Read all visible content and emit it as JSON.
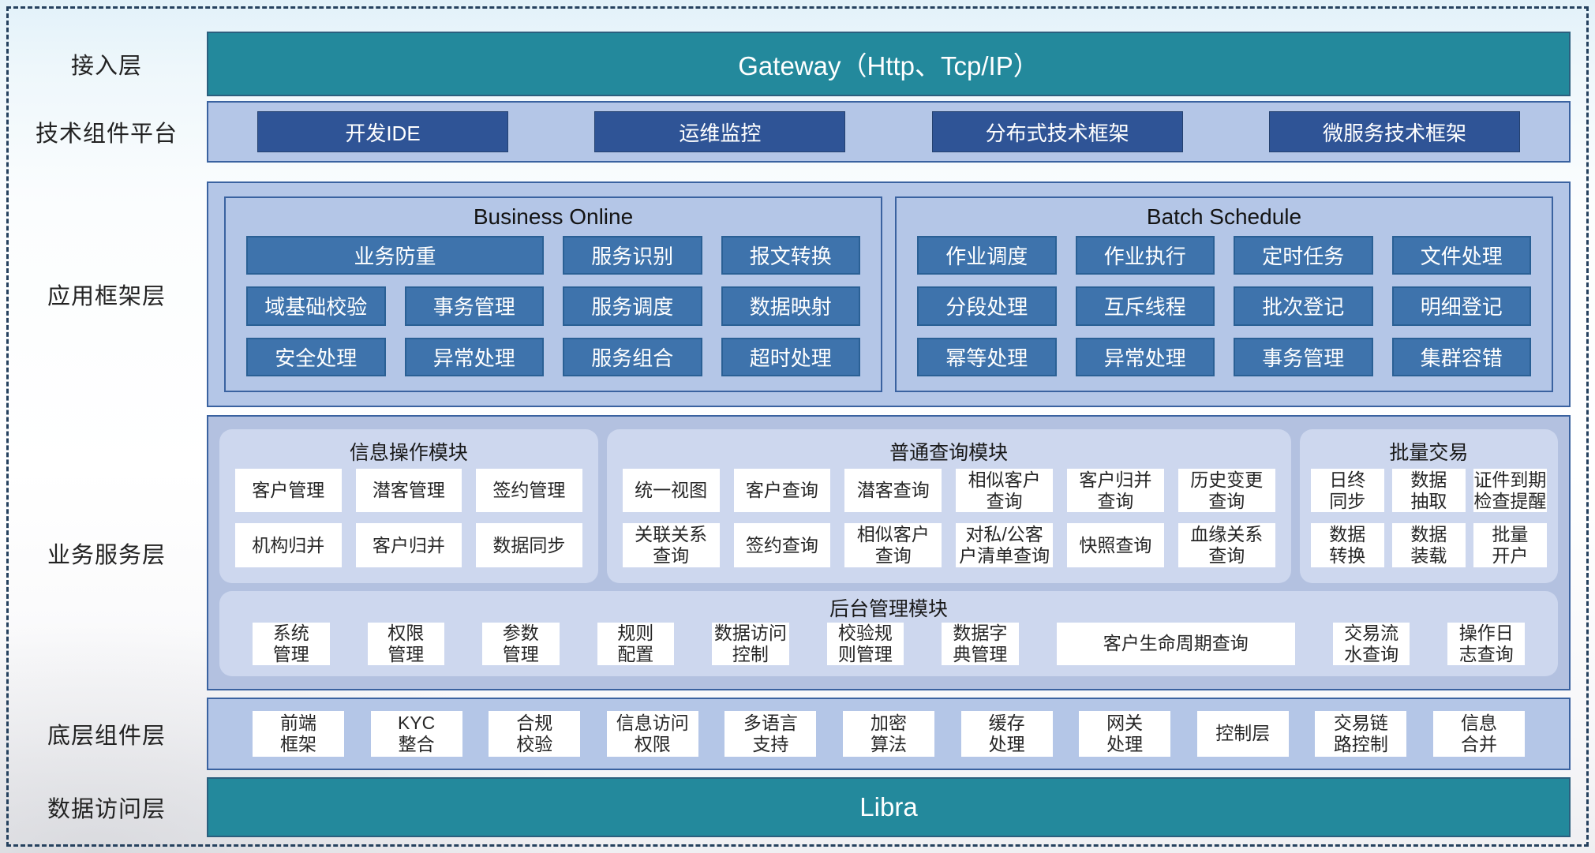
{
  "colors": {
    "teal": "#23899c",
    "dark_blue": "#2f5496",
    "steel_blue": "#3e73ac",
    "panel_light_blue": "#b4c6e7",
    "subpanel_blue": "#cdd7ee",
    "border_navy": "#3a62a0"
  },
  "layers": {
    "access": {
      "label": "接入层",
      "gateway": "Gateway（Http、Tcp/IP）"
    },
    "tech": {
      "label": "技术组件平台",
      "items": [
        "开发IDE",
        "运维监控",
        "分布式技术框架",
        "微服务技术框架"
      ]
    },
    "framework": {
      "label": "应用框架层",
      "business_online": {
        "title": "Business Online",
        "cells": [
          "业务防重",
          "服务识别",
          "报文转换",
          "域基础校验",
          "事务管理",
          "服务调度",
          "数据映射",
          "安全处理",
          "异常处理",
          "服务组合",
          "超时处理"
        ]
      },
      "batch_schedule": {
        "title": "Batch Schedule",
        "cells": [
          "作业调度",
          "作业执行",
          "定时任务",
          "文件处理",
          "分段处理",
          "互斥线程",
          "批次登记",
          "明细登记",
          "幂等处理",
          "异常处理",
          "事务管理",
          "集群容错"
        ]
      }
    },
    "service": {
      "label": "业务服务层",
      "info_module": {
        "title": "信息操作模块",
        "cells": [
          "客户管理",
          "潜客管理",
          "签约管理",
          "机构归并",
          "客户归并",
          "数据同步"
        ]
      },
      "query_module": {
        "title": "普通查询模块",
        "cells": [
          "统一视图",
          "客户查询",
          "潜客查询",
          "相似客户\n查询",
          "客户归并\n查询",
          "历史变更\n查询",
          "关联关系\n查询",
          "签约查询",
          "相似客户\n查询",
          "对私/公客\n户清单查询",
          "快照查询",
          "血缘关系\n查询"
        ]
      },
      "batch_trade": {
        "title": "批量交易",
        "cells": [
          "日终\n同步",
          "数据\n抽取",
          "证件到期\n检查提醒",
          "数据\n转换",
          "数据\n装载",
          "批量\n开户"
        ]
      },
      "admin_module": {
        "title": "后台管理模块",
        "cells": [
          "系统\n管理",
          "权限\n管理",
          "参数\n管理",
          "规则\n配置",
          "数据访问\n控制",
          "校验规\n则管理",
          "数据字\n典管理",
          "客户生命周期查询",
          "交易流\n水查询",
          "操作日\n志查询"
        ]
      }
    },
    "component": {
      "label": "底层组件层",
      "cells": [
        "前端\n框架",
        "KYC\n整合",
        "合规\n校验",
        "信息访问\n权限",
        "多语言\n支持",
        "加密\n算法",
        "缓存\n处理",
        "网关\n处理",
        "控制层",
        "交易链\n路控制",
        "信息\n合并"
      ]
    },
    "data_access": {
      "label": "数据访问层",
      "bar": "Libra"
    }
  }
}
